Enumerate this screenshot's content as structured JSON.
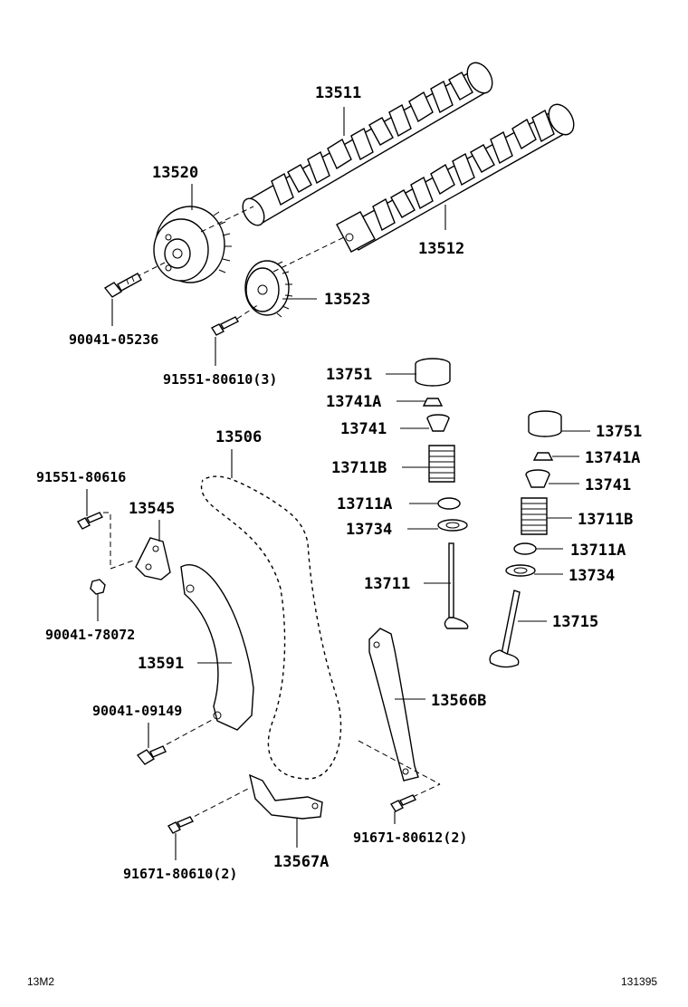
{
  "labels": {
    "p13511": "13511",
    "p13520": "13520",
    "p13512": "13512",
    "p13523": "13523",
    "p90041_05236": "90041-05236",
    "p91551_80610": "91551-80610(3)",
    "p13751_a": "13751",
    "p13741A_a": "13741A",
    "p13741_a": "13741",
    "p13711B_a": "13711B",
    "p13711A_a": "13711A",
    "p13734_a": "13734",
    "p13711": "13711",
    "p13751_b": "13751",
    "p13741A_b": "13741A",
    "p13741_b": "13741",
    "p13711B_b": "13711B",
    "p13711A_b": "13711A",
    "p13734_b": "13734",
    "p13715": "13715",
    "p13506": "13506",
    "p91551_80616": "91551-80616",
    "p13545": "13545",
    "p90041_78072": "90041-78072",
    "p13591": "13591",
    "p90041_09149": "90041-09149",
    "p13566B": "13566B",
    "p91671_80612": "91671-80612(2)",
    "p91671_80610": "91671-80610(2)",
    "p13567A": "13567A"
  },
  "footer": {
    "left_code": "13M2",
    "right_code": "131395"
  }
}
